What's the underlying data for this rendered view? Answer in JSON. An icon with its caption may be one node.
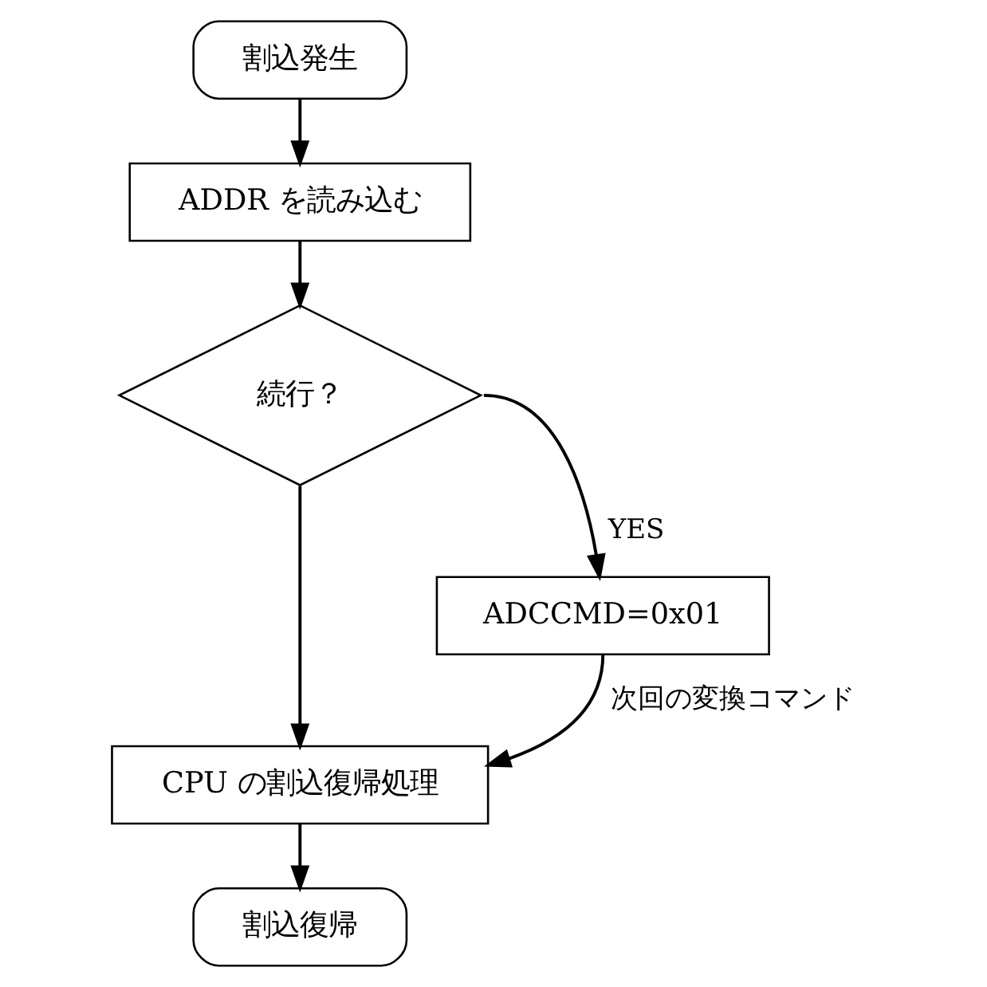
{
  "diagram": {
    "nodes": [
      {
        "text": [
          "割込発生"
        ]
      },
      {
        "text": [
          "ADDR を読み込む"
        ]
      },
      {
        "text": [
          "続行？"
        ]
      },
      {
        "text": [
          "ADCCMD=0x01"
        ]
      },
      {
        "text": [
          "CPU の割込復帰処理"
        ]
      },
      {
        "text": [
          "割込復帰"
        ]
      }
    ],
    "edges": [
      {
        "from": 0,
        "to": 1,
        "arrow": "to"
      },
      {
        "from": 1,
        "to": 2,
        "arrow": "to"
      },
      {
        "from": 2,
        "to": 3,
        "arrow": "to",
        "label": "YES"
      },
      {
        "from": 2,
        "to": 4,
        "arrow": "to"
      },
      {
        "from": 3,
        "to": 4,
        "arrow": "to",
        "label": "次回の変換コマンド"
      },
      {
        "from": 4,
        "to": 5,
        "arrow": "to"
      }
    ]
  }
}
